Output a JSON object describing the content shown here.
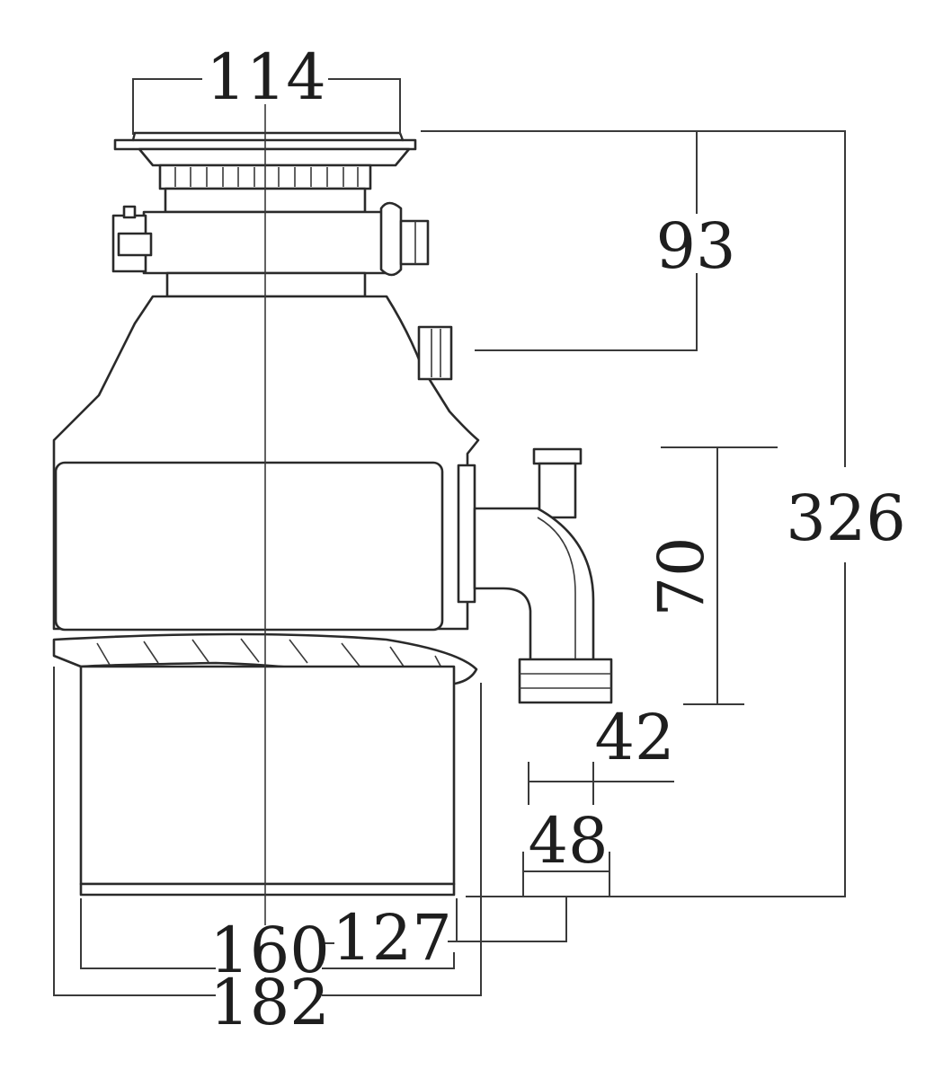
{
  "dimensions": {
    "top_flange_width": "114",
    "upper_height": "93",
    "total_height": "326",
    "outlet_height": "70",
    "outlet_inner": "42",
    "outlet_outer": "48",
    "lower_width": "127",
    "inner_body_width": "160",
    "outer_body_width": "182"
  },
  "colors": {
    "line": "#2a2a2a",
    "background": "#ffffff",
    "text": "#1e1e1e"
  }
}
